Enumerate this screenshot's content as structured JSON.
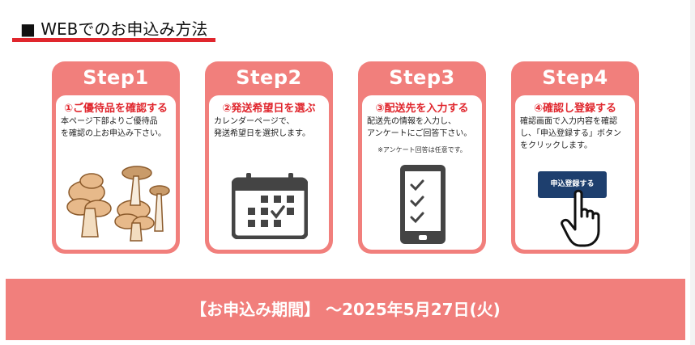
{
  "heading": {
    "prefix": "■",
    "title": "WEBでのお申込み方法"
  },
  "steps": [
    {
      "title": "Step1",
      "subtitle": "①ご優待品を確認する",
      "desc": [
        "本ページ下部よりご優待品",
        "を確認の上お申込み下さい。"
      ],
      "illustration": "mushroom-icon"
    },
    {
      "title": "Step2",
      "subtitle": "②発送希望日を選ぶ",
      "desc": [
        "カレンダーページで、",
        "発送希望日を選択します。"
      ],
      "illustration": "calendar-icon"
    },
    {
      "title": "Step3",
      "subtitle": "③配送先を入力する",
      "desc": [
        "配送先の情報を入力し、",
        "アンケートにご回答下さい。"
      ],
      "note": "※アンケート回答は任意です。",
      "illustration": "smartphone-checklist-icon"
    },
    {
      "title": "Step4",
      "subtitle": "④確認し登録する",
      "desc": [
        "確認画面で入力内容を確認",
        "し、「申込登録する」ボタン",
        "をクリックします。"
      ],
      "button_label": "申込登録する",
      "illustration": "pointing-hand-icon"
    }
  ],
  "period": {
    "text": "【お申込み期間】 ～2025年5月27日(火)"
  },
  "colors": {
    "accent": "#f17f7c",
    "red": "#e0262d",
    "navy": "#1e3f6e",
    "icon_gray": "#444444"
  }
}
